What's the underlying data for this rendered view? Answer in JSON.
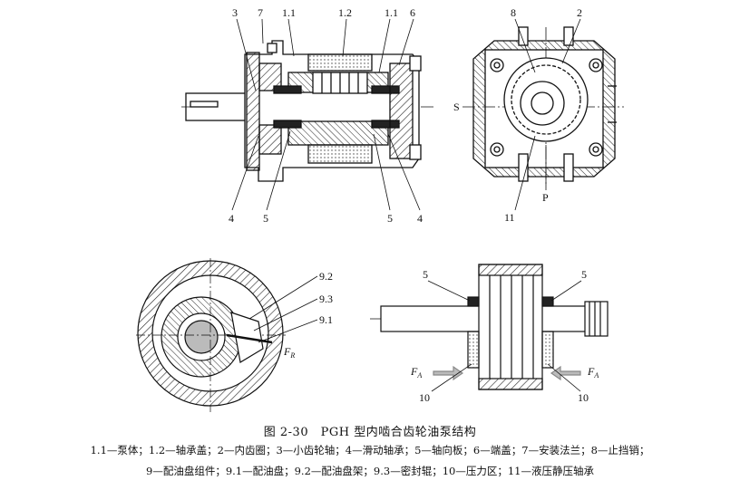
{
  "figure": {
    "title": "图 2-30　PGH 型内啮合齿轮油泵结构",
    "legend_line1": "1.1—泵体；1.2—轴承盖；2—内齿圈；3—小齿轮轴；4—滑动轴承；5—轴向板；6—端盖；7—安装法兰；8—止挡销；",
    "legend_line2": "9—配油盘组件；9.1—配油盘；9.2—配油盘架；9.3—密封辊；10—压力区；11—液压静压轴承"
  },
  "views": {
    "section": {
      "labels": {
        "l3": "3",
        "l7": "7",
        "l11a": "1.1",
        "l12": "1.2",
        "l11b": "1.1",
        "l6": "6",
        "l4a": "4",
        "l5a": "5",
        "l5b": "5",
        "l4b": "4"
      }
    },
    "end": {
      "labels": {
        "l8": "8",
        "l2": "2",
        "lS": "S",
        "lP": "P",
        "l11": "11"
      }
    },
    "gear": {
      "labels": {
        "l92": "9.2",
        "l93": "9.3",
        "l91": "9.1",
        "lFR": "F",
        "lFRsub": "R"
      }
    },
    "axial": {
      "labels": {
        "l5a": "5",
        "l5b": "5",
        "lFA1": "F",
        "lFA1sub": "A",
        "lFA2": "F",
        "lFA2sub": "A",
        "l10a": "10",
        "l10b": "10"
      }
    }
  }
}
